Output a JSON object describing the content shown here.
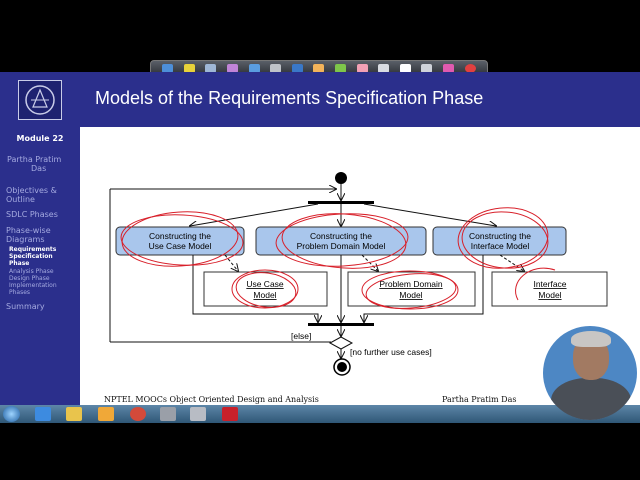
{
  "slide": {
    "title": "Models of the Requirements Specification Phase",
    "footer_left": "NPTEL MOOCs Object Oriented Design and Analysis",
    "footer_right": "Partha Pratim Das"
  },
  "sidebar": {
    "module": "Module 22",
    "author_line1": "Partha Pratim",
    "author_line2": "Das",
    "items": [
      "Objectives &",
      "Outline",
      "SDLC Phases",
      "Phase-wise",
      "Diagrams"
    ],
    "current": [
      "Requirements",
      "Specification",
      "Phase"
    ],
    "subitems": [
      "Analysis Phase",
      "Design Phase",
      "Implementation",
      "Phases"
    ],
    "summary": "Summary"
  },
  "diagram": {
    "activity1_line1": "Constructing the",
    "activity1_line2": "Use Case Model",
    "activity2_line1": "Constructing the",
    "activity2_line2": "Problem Domain Model",
    "activity3_line1": "Constructing the",
    "activity3_line2": "Interface Model",
    "object1_line1": "Use Case",
    "object1_line2": "Model",
    "object2_line1": "Problem Domain",
    "object2_line2": "Model",
    "object3_line1": "Interface",
    "object3_line2": "Model",
    "guard_else": "[else]",
    "guard_end": "[no further use cases]"
  },
  "colors": {
    "sidebar_bg": "#2b2f8c",
    "activity_fill": "#a9c6ec",
    "annotation_red": "#d8202a"
  }
}
